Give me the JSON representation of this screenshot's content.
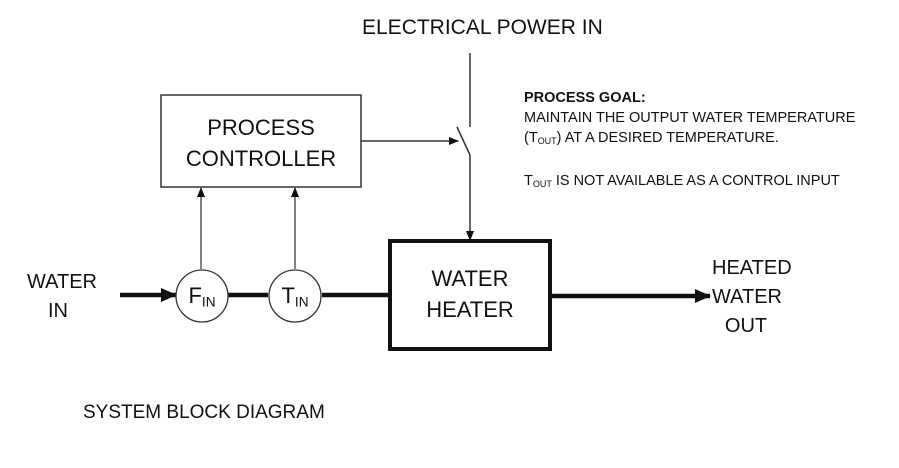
{
  "title": "SYSTEM BLOCK DIAGRAM",
  "power_label": "ELECTRICAL POWER IN",
  "controller": {
    "line1": "PROCESS",
    "line2": "CONTROLLER"
  },
  "heater": {
    "line1": "WATER",
    "line2": "HEATER"
  },
  "input_label": {
    "line1": "WATER",
    "line2": "IN"
  },
  "output_label": {
    "line1": "HEATED",
    "line2": "WATER",
    "line3": "OUT"
  },
  "sensors": {
    "flow": {
      "main": "F",
      "sub": "IN"
    },
    "temp": {
      "main": "T",
      "sub": "IN"
    }
  },
  "goal": {
    "heading": "PROCESS GOAL:",
    "line1": "MAINTAIN THE OUTPUT WATER TEMPERATURE",
    "line2_pre": "(T",
    "line2_sub": "OUT",
    "line2_post": ") AT A DESIRED TEMPERATURE.",
    "note_main": "T",
    "note_sub": "OUT",
    "note_post": " IS NOT AVAILABLE AS A CONTROL INPUT"
  }
}
